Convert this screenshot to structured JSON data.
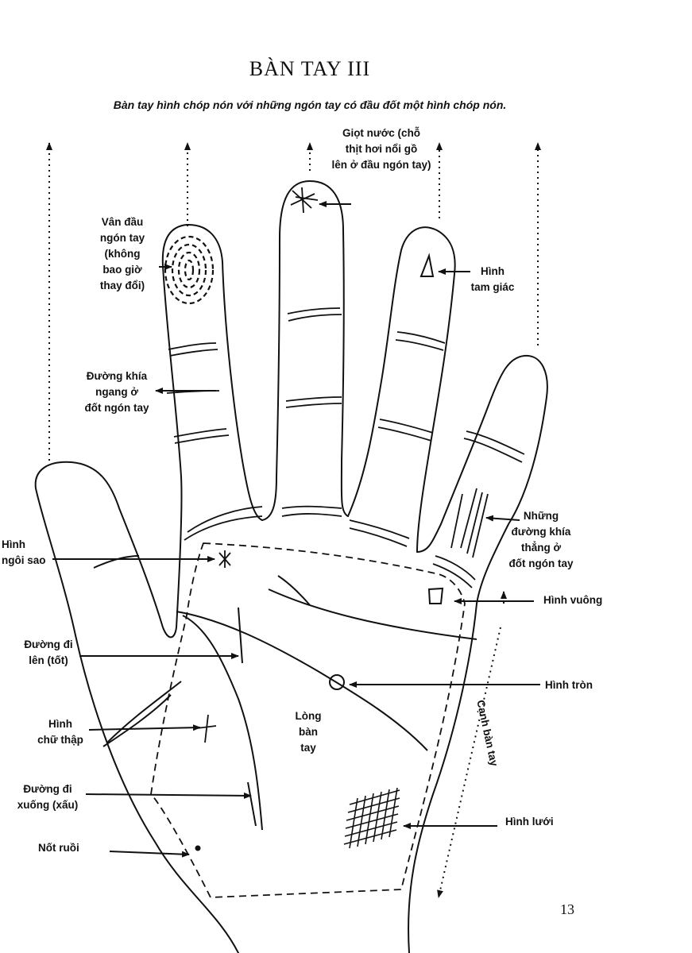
{
  "title": "BÀN TAY III",
  "subtitle": "Bàn tay hình chóp nón với những ngón tay có đầu đốt một hình chóp nón.",
  "labels": {
    "fingerprint": "Vân đầu\nngón tay\n(không\nbao giờ\nthay đổi)",
    "water_drop": "Giọt nước (chỗ\nthịt hơi nổi gồ\nlên ở đầu ngón tay)",
    "triangle": "Hình\ntam giác",
    "horizontal_lines": "Đường khía\nngang ở\nđốt ngón tay",
    "vertical_lines": "Những\nđường khía\nthẳng ở\nđốt ngón tay",
    "star": "Hình\nngôi sao",
    "square": "Hình vuông",
    "up_line": "Đường đi\nlên (tốt)",
    "circle": "Hình tròn",
    "cross": "Hình\nchữ thập",
    "palm": "Lòng\nbàn\ntay",
    "down_line": "Đường đi\nxuống (xấu)",
    "grid": "Hình lưới",
    "mole": "Nốt ruồi",
    "hand_edge": "Cạnh bàn tay"
  },
  "page_number": "13"
}
